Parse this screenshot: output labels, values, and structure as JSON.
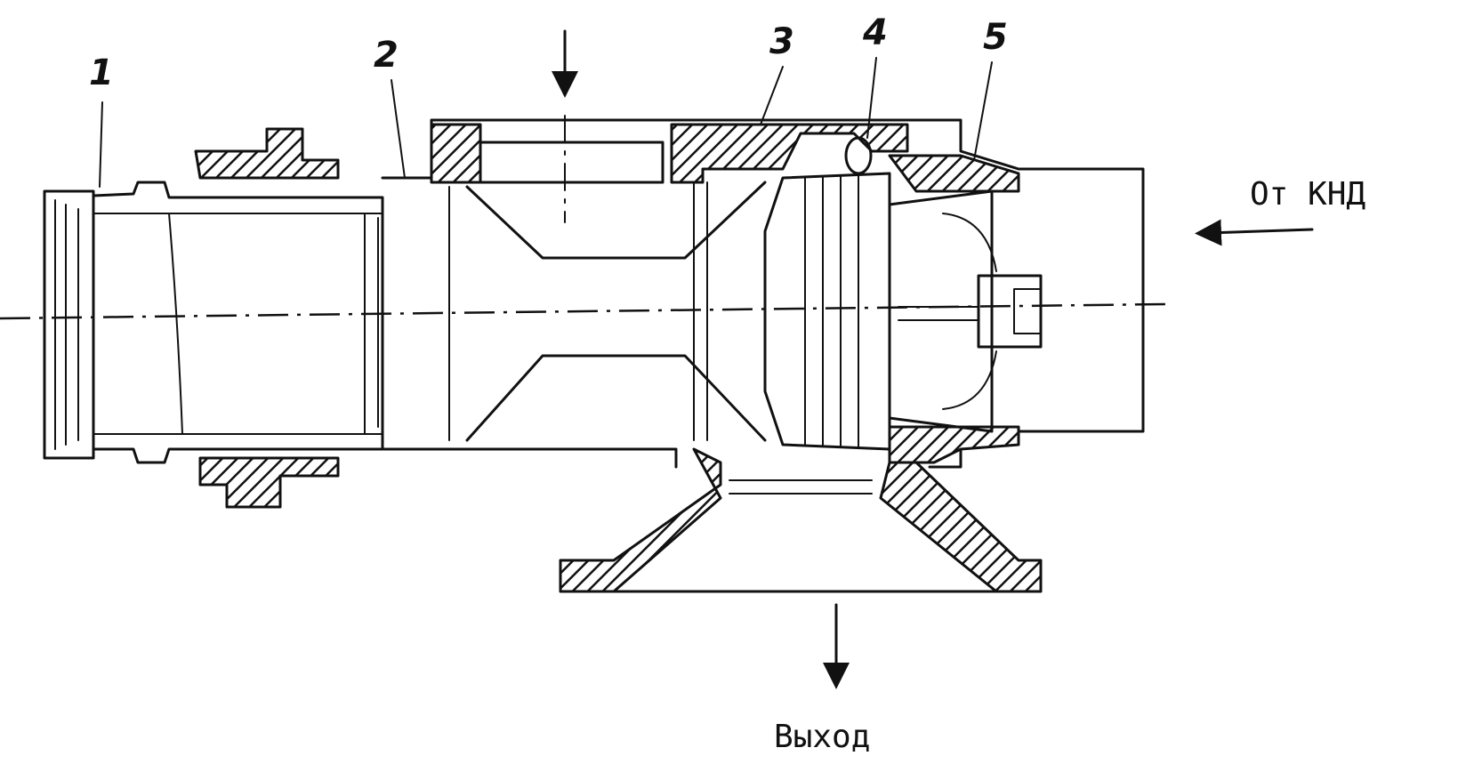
{
  "callouts": [
    "1",
    "2",
    "3",
    "4",
    "5"
  ],
  "labels": {
    "inlet": "От КНД",
    "outlet": "Выход"
  },
  "colors": {
    "ink": "#111111",
    "paper": "#ffffff"
  }
}
